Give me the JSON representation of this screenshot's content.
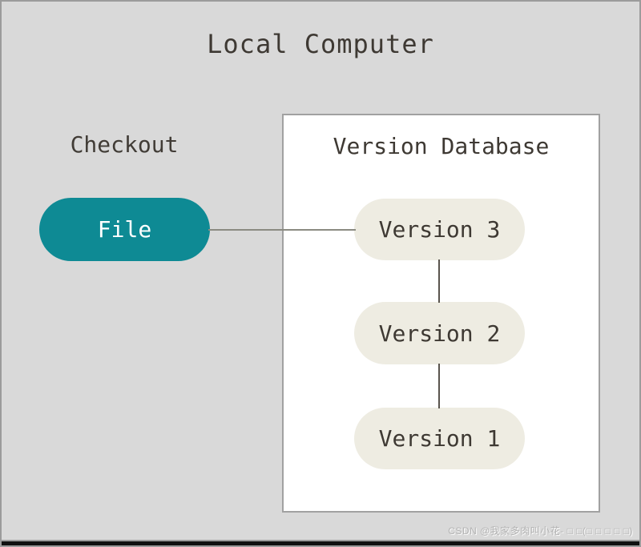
{
  "diagram": {
    "title": "Local Computer",
    "checkout_label": "Checkout",
    "file_node": {
      "label": "File"
    },
    "version_database": {
      "title": "Version Database",
      "versions": [
        {
          "label": "Version 3"
        },
        {
          "label": "Version 2"
        },
        {
          "label": "Version 1"
        }
      ]
    },
    "connections": [
      "file-to-version3",
      "version3-to-version2",
      "version2-to-version1"
    ],
    "colors": {
      "background": "#d9d9d9",
      "frame_border": "#9b9b9b",
      "text": "#3e3933",
      "file_node_fill": "#0e8a94",
      "file_node_text": "#ffffff",
      "version_node_fill": "#eeece2",
      "database_box_fill": "#ffffff",
      "database_box_border": "#a1a1a1",
      "connector_horizontal": "#8b8b82",
      "connector_vertical": "#59544d"
    }
  },
  "watermark": {
    "text": "CSDN @我家多肉叫小花- □ □(□ □ □ □ □)"
  }
}
